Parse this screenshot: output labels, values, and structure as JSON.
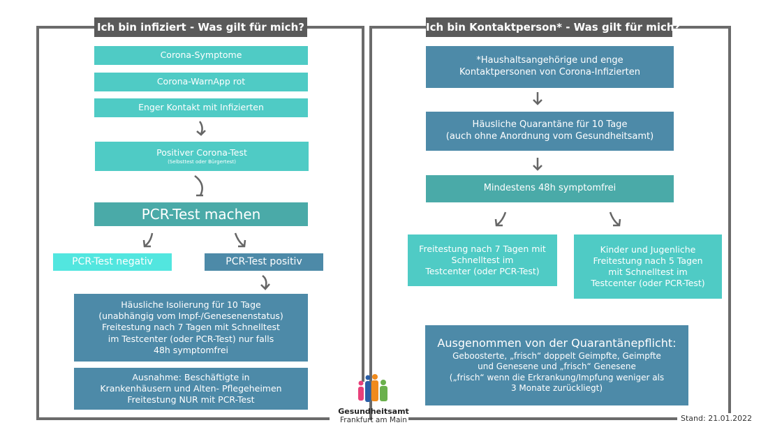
{
  "left": {
    "title": "Ich bin infiziert - Was gilt für mich?",
    "triggers": [
      "Corona-Symptome",
      "Corona-WarnApp rot",
      "Enger Kontakt mit Infizierten"
    ],
    "positive_test": "Positiver Corona-Test",
    "positive_test_note": "(Selbsttest oder Bürgertest)",
    "pcr": "PCR-Test machen",
    "pcr_negative": "PCR-Test negativ",
    "pcr_positive": "PCR-Test positiv",
    "isolation": [
      "Häusliche Isolierung für 10 Tage",
      "(unabhängig vom Impf-/Genesenenstatus)",
      "Freitestung nach 7 Tagen mit Schnelltest",
      "im Testcenter (oder PCR-Test) nur falls",
      "48h symptomfrei"
    ],
    "exception": [
      "Ausnahme: Beschäftigte in",
      "Krankenhäusern und Alten- Pflegeheimen",
      "Freitestung NUR mit PCR-Test"
    ]
  },
  "right": {
    "title": "Ich bin Kontaktperson* - Was gilt für mich?",
    "definition": [
      "*Haushaltsangehörige und enge",
      "Kontaktpersonen von Corona-Infizierten"
    ],
    "quarantine": [
      "Häusliche Quarantäne für 10 Tage",
      "(auch ohne Anordnung vom Gesundheitsamt)"
    ],
    "symptom_free": "Mindestens 48h symptomfrei",
    "release_adults": [
      "Freitestung nach 7 Tagen mit",
      "Schnelltest im",
      "Testcenter (oder PCR-Test)"
    ],
    "release_children": [
      "Kinder und Jugenliche",
      "Freitestung nach 5 Tagen",
      "mit Schnelltest im",
      "Testcenter (oder PCR-Test)"
    ],
    "exempt_title": "Ausgenommen von der Quarantänepflicht:",
    "exempt": [
      "Geboosterte, „frisch“ doppelt Geimpfte, Geimpfte",
      "und Genesene und „frisch“ Genesene",
      "(„frisch“ wenn die Erkrankung/Impfung weniger als",
      "3 Monate zurückliegt)"
    ]
  },
  "logo": {
    "name": "Gesundheitsamt",
    "city": "Frankfurt am Main"
  },
  "stand": "Stand: 21.01.2022",
  "colors": {
    "light_teal": "#4fcbc5",
    "mid_teal": "#4aaaa8",
    "cyan": "#52e6df",
    "blue": "#4d8aa8",
    "frame": "#6b6b6b"
  }
}
